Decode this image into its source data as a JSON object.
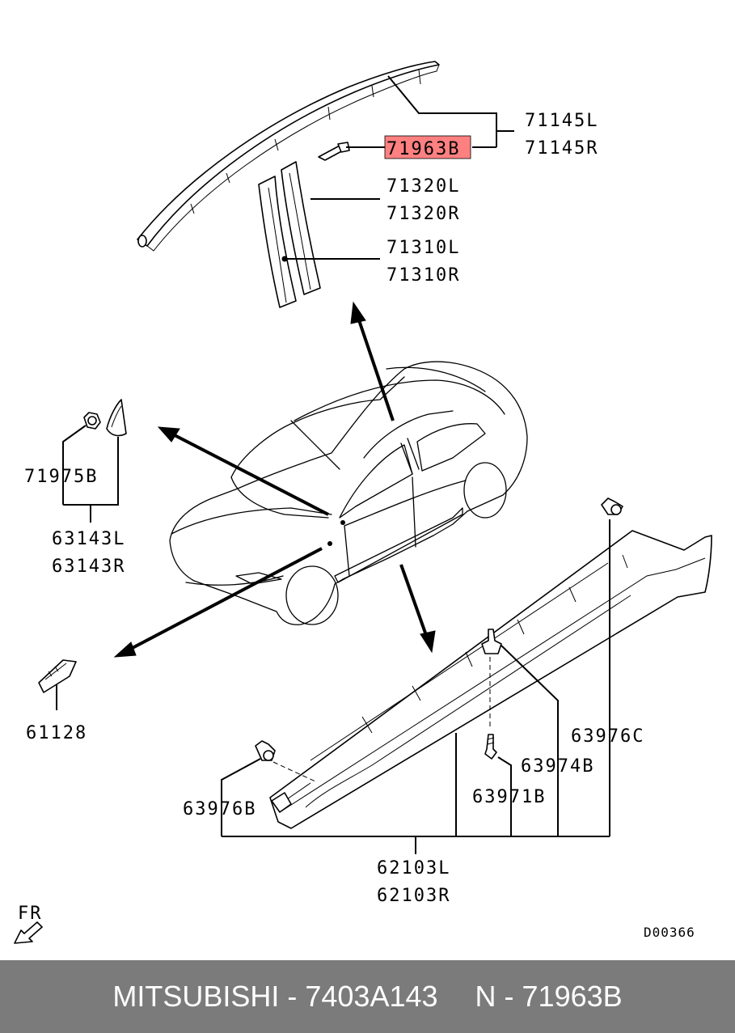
{
  "highlight": {
    "part": "71963B",
    "color": "#ff8080"
  },
  "labels": {
    "p71145L": "71145L",
    "p71145R": "71145R",
    "p71963B": "71963B",
    "p71320L": "71320L",
    "p71320R": "71320R",
    "p71310L": "71310L",
    "p71310R": "71310R",
    "p71975B": "71975B",
    "p63143L": "63143L",
    "p63143R": "63143R",
    "p61128": "61128",
    "p63976C": "63976C",
    "p63974B": "63974B",
    "p63971B": "63971B",
    "p63976B": "63976B",
    "p62103L": "62103L",
    "p62103R": "62103R",
    "fr": "FR",
    "diagram_code": "D00366"
  },
  "footer": {
    "brand_part": "MITSUBISHI - 7403A143",
    "ref_part": "N - 71963B"
  }
}
